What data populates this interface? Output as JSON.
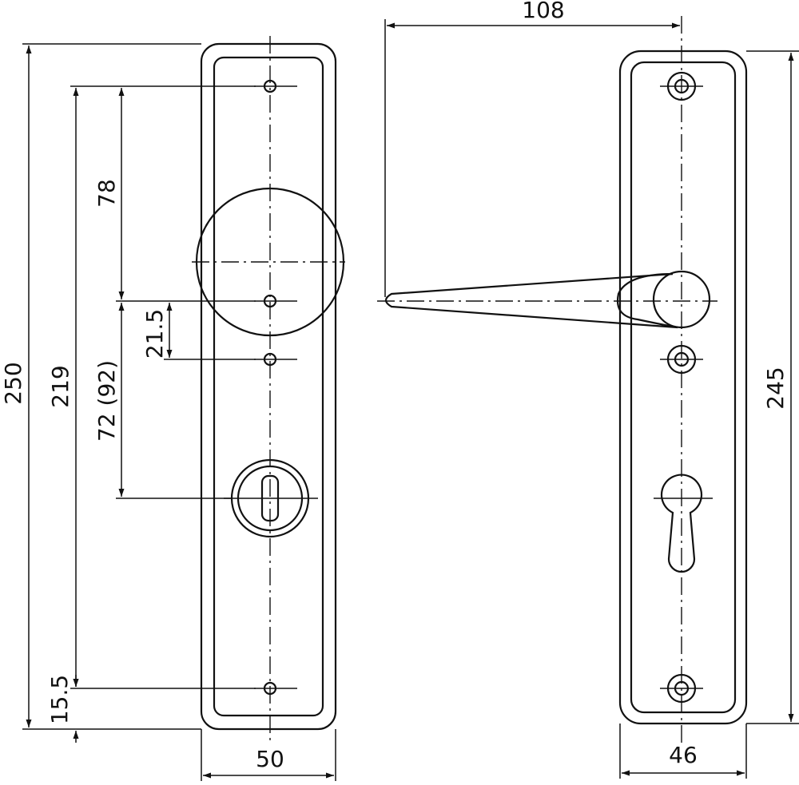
{
  "left_view": {
    "dims": {
      "overall_height": "250",
      "fixing_distance": "219",
      "upper_distance": "78",
      "knob_to_hole": "21.5",
      "lower_distance": "72 (92)",
      "bottom_offset": "15.5",
      "width": "50"
    }
  },
  "right_view": {
    "dims": {
      "lever_length": "108",
      "overall_height": "245",
      "width": "46"
    }
  }
}
